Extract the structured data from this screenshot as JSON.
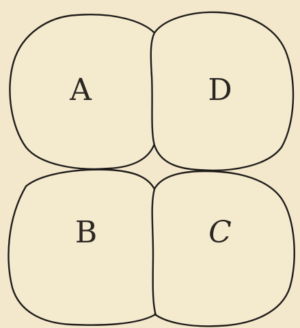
{
  "colors": {
    "background": "#f3e8cb",
    "cell_fill": "#f4eace",
    "outline": "#1f1c1a",
    "label": "#2a2622"
  },
  "cells": {
    "top_left": {
      "label": "A"
    },
    "top_right": {
      "label": "D"
    },
    "bottom_left": {
      "label": "B"
    },
    "bottom_right": {
      "label": "C"
    }
  }
}
